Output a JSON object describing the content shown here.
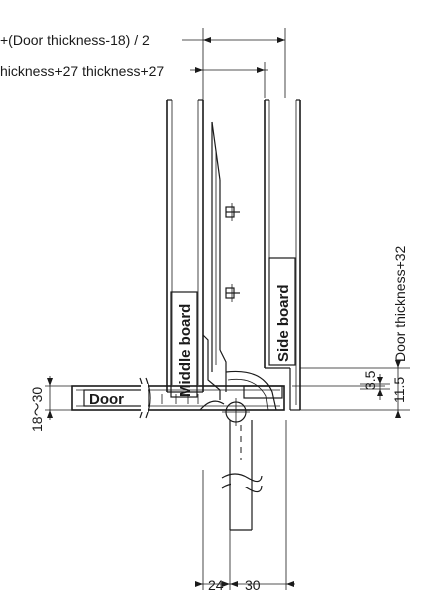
{
  "labels": {
    "top_dim_1": "+(Door thickness-18) / 2",
    "top_dim_2": "hickness+27 thickness+27",
    "middle_board": "Middle board",
    "side_board": "Side board",
    "door": "Door",
    "door_thickness_dim": "Door thickness+32",
    "dim_3_5": "3.5",
    "dim_11_5": "11.5",
    "dim_18_30": "18～30",
    "dim_24": "24",
    "dim_30": "30"
  },
  "colors": {
    "line": "#1a1a1a",
    "background": "#ffffff"
  }
}
